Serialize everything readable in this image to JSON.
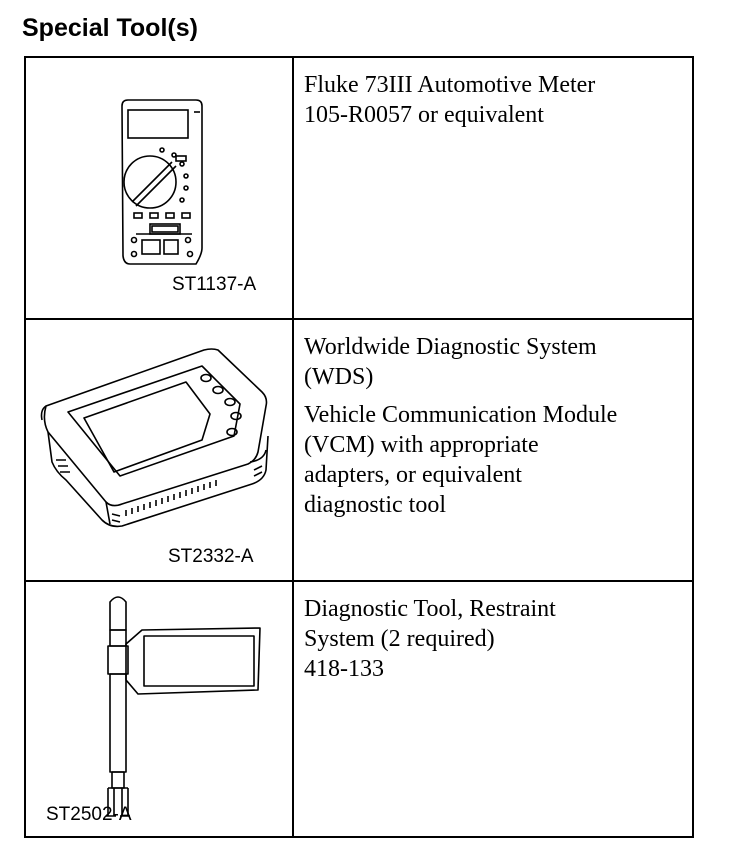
{
  "section": {
    "title": "Special Tool(s)"
  },
  "tools": [
    {
      "figure_id": "ST1137-A",
      "figure_icon": "multimeter-icon",
      "description": [
        "Fluke 73III Automotive Meter 105-R0057 or equivalent"
      ],
      "description_lines": [
        [
          "Fluke 73III Automotive Meter",
          "105-R0057 or equivalent"
        ]
      ]
    },
    {
      "figure_id": "ST2332-A",
      "figure_icon": "diagnostic-system-icon",
      "description_lines": [
        [
          "Worldwide Diagnostic System",
          "(WDS)"
        ],
        [
          "Vehicle Communication Module",
          "(VCM) with appropriate",
          "adapters, or equivalent",
          "diagnostic tool"
        ]
      ]
    },
    {
      "figure_id": "ST2502-A",
      "figure_icon": "restraint-diagnostic-tool-icon",
      "description_lines": [
        [
          "Diagnostic Tool, Restraint",
          "System (2 required)",
          "418-133"
        ]
      ]
    }
  ]
}
